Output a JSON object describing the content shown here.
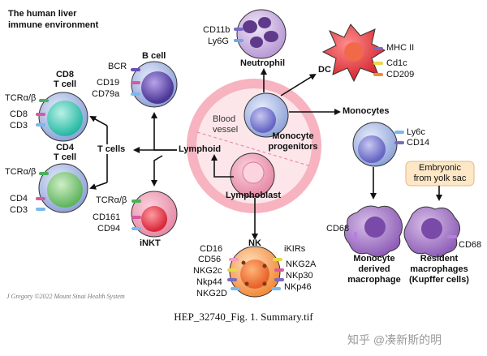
{
  "title": [
    "The human liver",
    "immune environment"
  ],
  "center": {
    "vessel": [
      "Blood",
      "vessel"
    ],
    "progenitors": [
      "Monocyte",
      "progenitors"
    ],
    "lymphoblast": "Lymphoblast"
  },
  "neutrophil": {
    "name": "Neutrophil",
    "markers": [
      "CD11b",
      "Ly6G"
    ]
  },
  "dc": {
    "name": "DC",
    "markers": [
      "MHC II",
      "Cd1c",
      "CD209"
    ]
  },
  "monocytes": {
    "name": "Monocytes",
    "markers": [
      "Ly6c",
      "CD14"
    ]
  },
  "monocyte_macrophage": {
    "name": [
      "Monocyte",
      "derived",
      "macrophage"
    ],
    "marker": "CD68"
  },
  "yolk": [
    "Embryonic",
    "from yolk sac"
  ],
  "resident": {
    "name": [
      "Resident",
      "macrophages",
      "(Kupffer cells)"
    ],
    "marker": "CD68"
  },
  "bcell": {
    "name": "B cell",
    "markers": [
      "BCR",
      "CD19",
      "CD79a"
    ]
  },
  "lymphoid": "Lymphoid",
  "tcells": "T cells",
  "cd8": {
    "name": [
      "CD8",
      "T cell"
    ],
    "markers": [
      "TCRα/β",
      "CD8",
      "CD3"
    ]
  },
  "cd4": {
    "name": [
      "CD4",
      "T cell"
    ],
    "markers": [
      "TCRα/β",
      "CD4",
      "CD3"
    ]
  },
  "inkt": {
    "name": "iNKT",
    "markers": [
      "TCRα/β",
      "CD161",
      "CD94"
    ]
  },
  "nk": {
    "name": "NK",
    "left": [
      "CD16",
      "CD56",
      "NKG2c",
      "Nkp44",
      "NKG2D"
    ],
    "right": [
      "iKIRs",
      "NKG2A",
      "NKp30",
      "NKp46"
    ]
  },
  "credit": "J Gregory ©2022 Mount Sinai Health System",
  "caption": "HEP_32740_Fig. 1. Summary.tif",
  "watermark": "知乎 @凑新斯的明",
  "colors": {
    "vessel": "#f4a6b3",
    "cd8": "#22b8a2",
    "cd4": "#4caf50",
    "bcell": "#6a4fb0",
    "nk": "#f07a2a",
    "inkt": "#e84a62",
    "dc": "#e64a4a"
  }
}
